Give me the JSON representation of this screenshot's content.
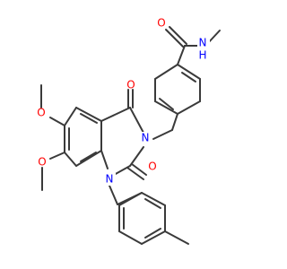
{
  "molecule": {
    "labels": {
      "o_amide": "O",
      "nh": "N",
      "h": "H",
      "o_c4": "O",
      "o_c2": "O",
      "n3": "N",
      "n1": "N",
      "o_meo6": "O",
      "o_meo7": "O"
    },
    "colors": {
      "bond": "#3a3a3a",
      "oxygen": "#ff0000",
      "nitrogen": "#0000ff"
    }
  }
}
